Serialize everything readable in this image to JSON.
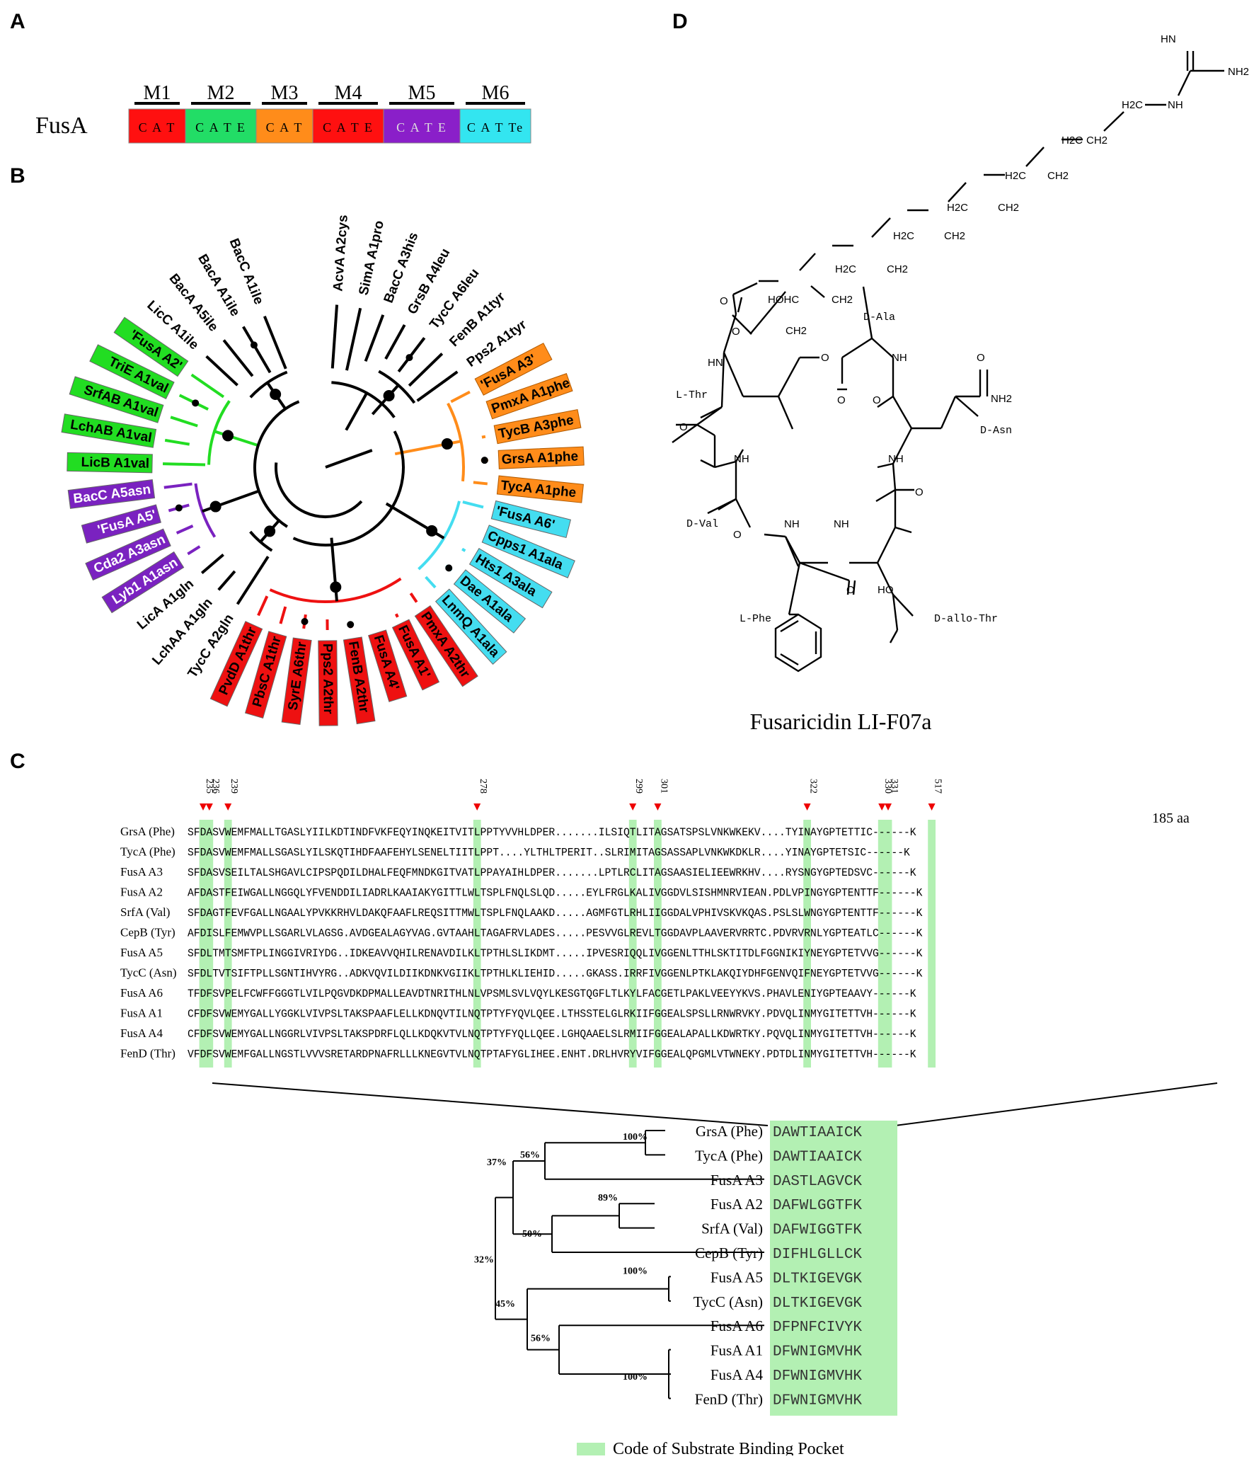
{
  "panels": {
    "a": "A",
    "b": "B",
    "c": "C",
    "d": "D"
  },
  "panel_a": {
    "protein": "FusA",
    "modules": [
      {
        "label": "M1",
        "domains": "C A T",
        "color": "#ff1010"
      },
      {
        "label": "M2",
        "domains": "C A T E",
        "color": "#22dd66"
      },
      {
        "label": "M3",
        "domains": "C A T",
        "color": "#ff8c1a"
      },
      {
        "label": "M4",
        "domains": "C A T E",
        "color": "#ff1010"
      },
      {
        "label": "M5",
        "domains": "C A T E",
        "color": "#8a1fc9"
      },
      {
        "label": "M6",
        "domains": "C A T Te",
        "color": "#33e5f0"
      }
    ]
  },
  "panel_b": {
    "leaves": [
      "BacC A1ile",
      "BacA A1ile",
      "BacA A5ile",
      "LicC A1ile",
      "'FusA A2'",
      "TriE A1val",
      "SrfAB A1val",
      "LchAB A1val",
      "LicB A1val",
      "BacC A5asn",
      "'FusA A5'",
      "Cda2 A3asn",
      "Lyb1 A1asn",
      "LicA A1gln",
      "LchAA A1gln",
      "TycC A2gln",
      "PvdD A1thr",
      "PbsC A1thr",
      "SyrE A6thr",
      "Pps2 A2thr",
      "FenB A2thr",
      "FusA A4'",
      "FusA A1'",
      "PmxA A2thr",
      "LnmQ A1ala",
      "Dae A1ala",
      "Hts1 A3ala",
      "Cpps1 A1ala",
      "'FusA A6'",
      "TycA A1phe",
      "GrsA A1phe",
      "TycB A3phe",
      "PmxA A1phe",
      "'FusA A3'",
      "Pps2 A1tyr",
      "FenB A1tyr",
      "TycC A6leu",
      "GrsB A4leu",
      "BacC A3his",
      "SimA A1pro",
      "AcvA A2cys"
    ],
    "clade_colors": {
      "black": "#000000",
      "green": "#22dd22",
      "purple": "#7a22c0",
      "red": "#ee1111",
      "cyan": "#44ddf0",
      "orange": "#ff8c1a"
    }
  },
  "panel_c": {
    "positions": [
      "235",
      "236",
      "239",
      "278",
      "299",
      "301",
      "322",
      "330",
      "331",
      "517"
    ],
    "gap_label": "185 aa",
    "alignment": [
      {
        "name": "GrsA (Phe)",
        "seq": "SFDASVWEMFMALLTGASLYIILKDTINDFVKFEQYINQKEITVITLPPTYVVHLDPER.......ILSIQTLITAGSATSPSLVNKWKEKV....TYINAYGPTETTIC------K"
      },
      {
        "name": "TycA (Phe)",
        "seq": "SFDASVWEMFMALLSGASLYILSKQTIHDFAAFEHYLSENELTIITLPPT....YLTHLTPERIT..SLRIMITAGSASSAPLVNKWKDKLR....YINAYGPTETSIC------K"
      },
      {
        "name": "FusA A3",
        "seq": "SFDASVSEILTALSHGAVLCIPSPQDILDHALFEQFMNDKGITVATLPPAYAIHLDPER.......LPTLRCLITAGSAASIELIEEWRKHV....RYSNGYGPTEDSVC------K"
      },
      {
        "name": "FusA A2",
        "seq": "AFDASTFEIWGALLNGGQLYFVENDDILIADRLKAAIAKYGITTLWLTSPLFNQLSLQD.....EYLFRGLKALIVGGDVLSISHMNRVIEAN.PDLVPINGYGPTENTTF------K"
      },
      {
        "name": "SrfA (Val)",
        "seq": "SFDAGTFEVFGALLNGAALYPVKKRHVLDAKQFAAFLREQSITTMWLTSPLFNQLAAKD.....AGMFGTLRHLIIGGDALVPHIVSKVKQAS.PSLSLWNGYGPTENTTF------K"
      },
      {
        "name": "CepB (Tyr)",
        "seq": "AFDISLFEMWVPLLSGARLVLAGSG.AVDGEALAGYVAG.GVTAAHLTAGAFRVLADES.....PESVVGLREVLTGGDAVPLAAVERVRRTC.PDVRVRNLYGPTEATLC------K"
      },
      {
        "name": "FusA A5",
        "seq": "SFDLTMTSMFTPLINGGIVRIYDG..IDKEAVVQHILRENAVDILKLTPTHLSLIKDMT.....IPVESRIQQLIVGGENLTTHLSKTITDLFGGNIKIYNEYGPTETVVG------K"
      },
      {
        "name": "TycC (Asn)",
        "seq": "SFDLTVTSIFTPLLSGNTIHVYRG..ADKVQVILDIIKDNKVGIIKLTPTHLKLIEHID.....GKASS.IRRFIVGGENLPTKLAKQIYDHFGENVQIFNEYGPTETVVG------K"
      },
      {
        "name": "FusA A6",
        "seq": "TFDFSVPELFCWFFGGGTLVILPQGVDKDPMALLEAVDTNRITHLNLVPSMLSVLVQYLKESGTQGFLTLKYLFACGETLPAKLVEEYYKVS.PHAVLENIYGPTEAAVY------K"
      },
      {
        "name": "FusA A1",
        "seq": "CFDFSVWEMYGALLYGGKLVIVPSLTAKSPAAFLELLKDNQVTILNQTPTYFYQVLQEE.LTHSSTELGLRKIIFGGEALSPSLLRNWRVKY.PDVQLINMYGITETTVH------K"
      },
      {
        "name": "FusA A4",
        "seq": "CFDFSVWEMYGALLNGGRLVIVPSLTAKSPDRFLQLLKDQKVTVLNQTPTYFYQLLQEE.LGHQAAELSLRMIIFGGEALAPALLKDWRTKY.PQVQLINMYGITETTVH------K"
      },
      {
        "name": "FenD (Thr)",
        "seq": "VFDFSVWEMFGALLNGSTLVVVSRETARDPNAFRLLLKNEGVTVLNQTPTAFYGLIHEE.ENHT.DRLHVRYVIFGGEALQPGMLVTWNEKY.PDTDLINMYGITETTVH------K"
      }
    ],
    "tree": [
      {
        "name": "GrsA (Phe)",
        "code": "DAWTIAAICK"
      },
      {
        "name": "TycA (Phe)",
        "code": "DAWTIAAICK"
      },
      {
        "name": "FusA  A3",
        "code": "DASTLAGVCK"
      },
      {
        "name": "FusA  A2",
        "code": "DAFWLGGTFK"
      },
      {
        "name": "SrfA (Val)",
        "code": "DAFWIGGTFK"
      },
      {
        "name": "CepB (Tyr)",
        "code": "DIFHLGLLCK"
      },
      {
        "name": "FusA  A5",
        "code": "DLTKIGEVGK"
      },
      {
        "name": "TycC (Asn)",
        "code": "DLTKIGEVGK"
      },
      {
        "name": "FusA  A6",
        "code": "DFPNFCIVYK"
      },
      {
        "name": "FusA  A1",
        "code": "DFWNIGMVHK"
      },
      {
        "name": "FusA  A4",
        "code": "DFWNIGMVHK"
      },
      {
        "name": "FenD (Thr)",
        "code": "DFWNIGMVHK"
      }
    ],
    "bootstrap": [
      "100%",
      "56%",
      "37%",
      "89%",
      "50%",
      "32%",
      "100%",
      "45%",
      "56%",
      "100%"
    ],
    "legend": "Code of Substrate Binding Pocket",
    "highlight_color": "#b3f0b3"
  },
  "panel_d": {
    "title": "Fusaricidin LI-F07a",
    "residues": [
      "D-Ala",
      "L-Thr",
      "D-Asn",
      "D-Val",
      "L-Phe",
      "D-allo-Thr"
    ],
    "atoms": {
      "hn": "HN",
      "nh2": "NH2",
      "nh": "NH",
      "h2c": "H2C",
      "ch2": "CH2",
      "hohc": "HOHC",
      "o": "O",
      "ho": "HO"
    }
  }
}
